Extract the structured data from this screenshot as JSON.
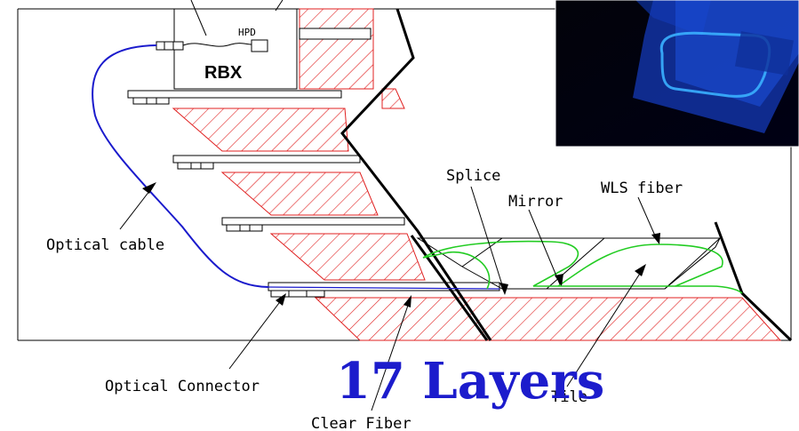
{
  "labels": {
    "rbx": "RBX",
    "hpd": "HPD",
    "splice": "Splice",
    "mirror": "Mirror",
    "wls_fiber": "WLS fiber",
    "optical_cable": "Optical cable",
    "optical_connector": "Optical Connector",
    "clear_fiber": "Clear Fiber",
    "tile": "Tile",
    "layers": "17 Layers"
  },
  "colors": {
    "cable": "#1a1acc",
    "hatch": "#e02020",
    "wls": "#22cc22",
    "title": "#1c1ccc",
    "photo_bg": "#000010",
    "photo_glow": "#1e6bff"
  }
}
